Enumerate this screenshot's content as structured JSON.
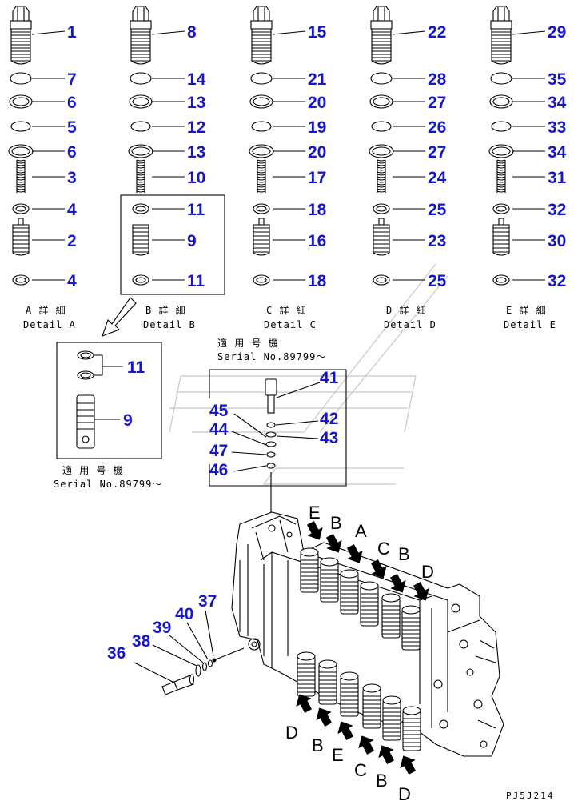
{
  "columns": [
    {
      "id": "A",
      "labels": [
        "1",
        "7",
        "6",
        "5",
        "6",
        "3",
        "4",
        "2",
        "4"
      ],
      "cap_jp": "A 詳 細",
      "cap_en": "Detail A"
    },
    {
      "id": "B",
      "labels": [
        "8",
        "14",
        "13",
        "12",
        "13",
        "10",
        "11",
        "9",
        "11"
      ],
      "cap_jp": "B 詳 細",
      "cap_en": "Detail B"
    },
    {
      "id": "C",
      "labels": [
        "15",
        "21",
        "20",
        "19",
        "20",
        "17",
        "18",
        "16",
        "18"
      ],
      "cap_jp": "C 詳 細",
      "cap_en": "Detail C"
    },
    {
      "id": "D",
      "labels": [
        "22",
        "28",
        "27",
        "26",
        "27",
        "24",
        "25",
        "23",
        "25"
      ],
      "cap_jp": "D 詳 細",
      "cap_en": "Detail D"
    },
    {
      "id": "E",
      "labels": [
        "29",
        "35",
        "34",
        "33",
        "34",
        "31",
        "32",
        "30",
        "32"
      ],
      "cap_jp": "E 詳 細",
      "cap_en": "Detail E"
    }
  ],
  "inset": {
    "labels": [
      "11",
      "9"
    ],
    "serial_jp": "適 用 号 機",
    "serial_en": "Serial No.89799～"
  },
  "serial_block": {
    "labels": [
      "41",
      "42",
      "43",
      "45",
      "44",
      "47",
      "46"
    ],
    "serial_jp": "適 用 号 機",
    "serial_en": "Serial No.89799～"
  },
  "lower_labels": [
    "37",
    "40",
    "39",
    "38",
    "36"
  ],
  "top_letters": [
    "E",
    "B",
    "A",
    "C",
    "B",
    "D"
  ],
  "bottom_letters": [
    "D",
    "B",
    "E",
    "C",
    "B",
    "D"
  ],
  "drawing_code": "PJ5J214",
  "colors": {
    "callout": "#1616cc",
    "line": "#000000",
    "watermark": "#c8c8c8"
  }
}
